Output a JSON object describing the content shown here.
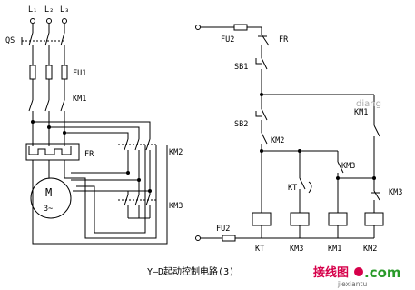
{
  "power": {
    "phase_l1": "L₁",
    "phase_l2": "L₂",
    "phase_l3": "L₃",
    "qs": "QS",
    "fu1": "FU1",
    "km1": "KM1",
    "fr": "FR",
    "km2": "KM2",
    "km3": "KM3",
    "motor_letter": "M",
    "motor_phase": "3~"
  },
  "control": {
    "fu2_top": "FU2",
    "fr": "FR",
    "sb1": "SB1",
    "sb2": "SB2",
    "km2_contact": "KM2",
    "km1_contact": "KM1",
    "kt_contact": "KT",
    "km3_contact": "KM3",
    "km3_right": "KM3",
    "fu2_bottom": "FU2",
    "coil_kt": "KT",
    "coil_km3": "KM3",
    "coil_km1": "KM1",
    "coil_km2": "KM2"
  },
  "caption": "Y—D起动控制电路(3)",
  "watermark": {
    "cn": "接线图",
    "com": ".com",
    "domain": "jiexiantu",
    "diang": "diang"
  }
}
